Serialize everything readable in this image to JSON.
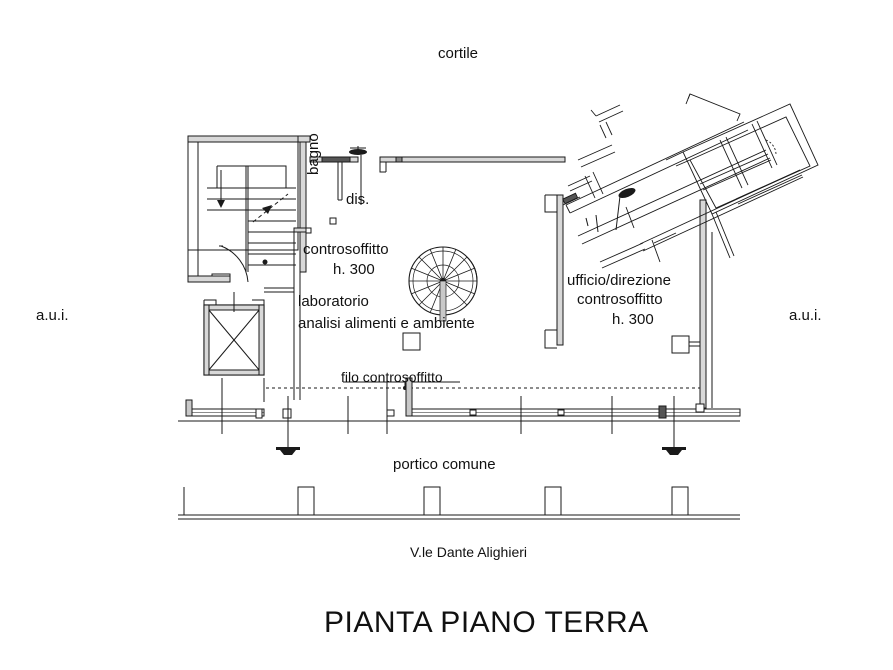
{
  "drawing": {
    "title": "PIANTA PIANO TERRA",
    "type": "architectural-floor-plan",
    "language": "it",
    "line_color": "#000000",
    "background_color": "#ffffff"
  },
  "labels": {
    "cortile": "cortile",
    "aui_left": "a.u.i.",
    "aui_right": "a.u.i.",
    "bagno": "bagno",
    "dis": "dis.",
    "controsoffitto_1": "controsoffitto",
    "altezza_1": "h. 300",
    "laboratorio": "laboratorio",
    "laboratorio_sub": "analisi alimenti e ambiente",
    "ufficio": "ufficio/direzione",
    "controsoffitto_2": "controsoffitto",
    "altezza_2": "h. 300",
    "filo_controsoffitto": "filo controsoffitto",
    "portico_comune": "portico comune",
    "street": "V.le Dante Alighieri"
  },
  "rooms": [
    {
      "name": "bagno",
      "label": "bagno",
      "orientation": "vertical"
    },
    {
      "name": "disimpegno",
      "label": "dis."
    },
    {
      "name": "laboratorio",
      "label": "laboratorio",
      "sub": "analisi alimenti e ambiente",
      "ceiling": "h. 300"
    },
    {
      "name": "ufficio-direzione",
      "label": "ufficio/direzione",
      "ceiling": "h. 300"
    },
    {
      "name": "vano-scala",
      "label": ""
    },
    {
      "name": "ascensore",
      "label": ""
    }
  ],
  "features": {
    "spiral_staircase": true,
    "straight_staircase": true,
    "elevator_shaft": true,
    "portico_columns": 4,
    "dropped_ceiling_line": "dotted"
  }
}
